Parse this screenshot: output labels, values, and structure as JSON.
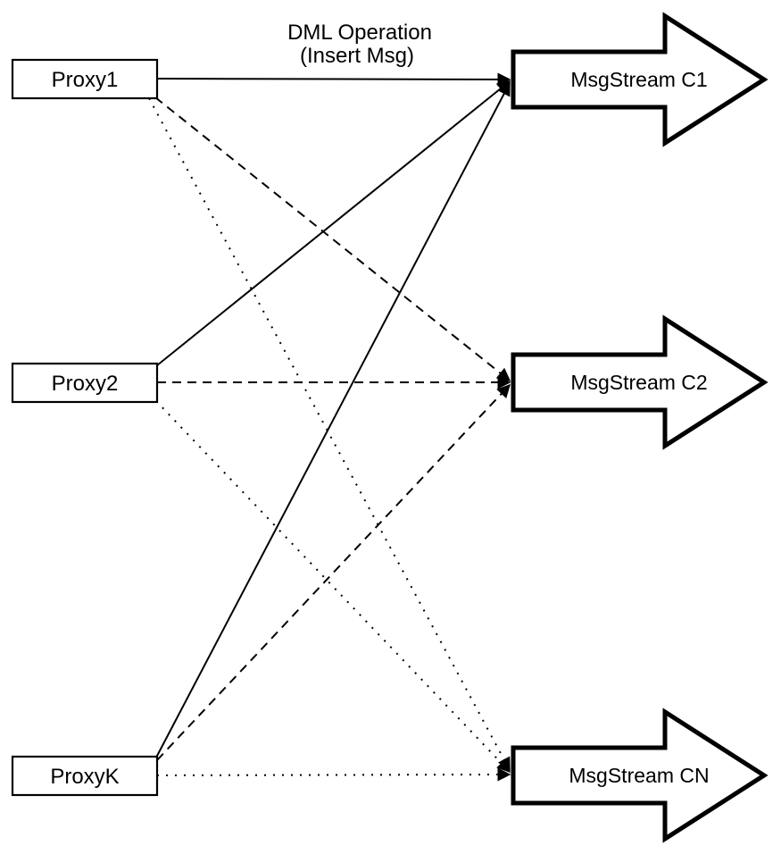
{
  "diagram": {
    "title": {
      "line1": "DML Operation",
      "line2": "(Insert Msg)"
    },
    "proxies": [
      {
        "label": "Proxy1"
      },
      {
        "label": "Proxy2"
      },
      {
        "label": "ProxyK"
      }
    ],
    "streams": [
      {
        "label": "MsgStream C1"
      },
      {
        "label": "MsgStream C2"
      },
      {
        "label": "MsgStream CN"
      }
    ],
    "edges": [
      {
        "from": "Proxy1",
        "to": "MsgStream C1",
        "style": "solid"
      },
      {
        "from": "Proxy1",
        "to": "MsgStream C2",
        "style": "dashed"
      },
      {
        "from": "Proxy1",
        "to": "MsgStream CN",
        "style": "dotted"
      },
      {
        "from": "Proxy2",
        "to": "MsgStream C1",
        "style": "solid"
      },
      {
        "from": "Proxy2",
        "to": "MsgStream C2",
        "style": "dashed"
      },
      {
        "from": "Proxy2",
        "to": "MsgStream CN",
        "style": "dotted"
      },
      {
        "from": "ProxyK",
        "to": "MsgStream C1",
        "style": "solid"
      },
      {
        "from": "ProxyK",
        "to": "MsgStream C2",
        "style": "dashed"
      },
      {
        "from": "ProxyK",
        "to": "MsgStream CN",
        "style": "dotted"
      }
    ],
    "colors": {
      "stroke": "#000000",
      "fill": "#ffffff"
    }
  }
}
